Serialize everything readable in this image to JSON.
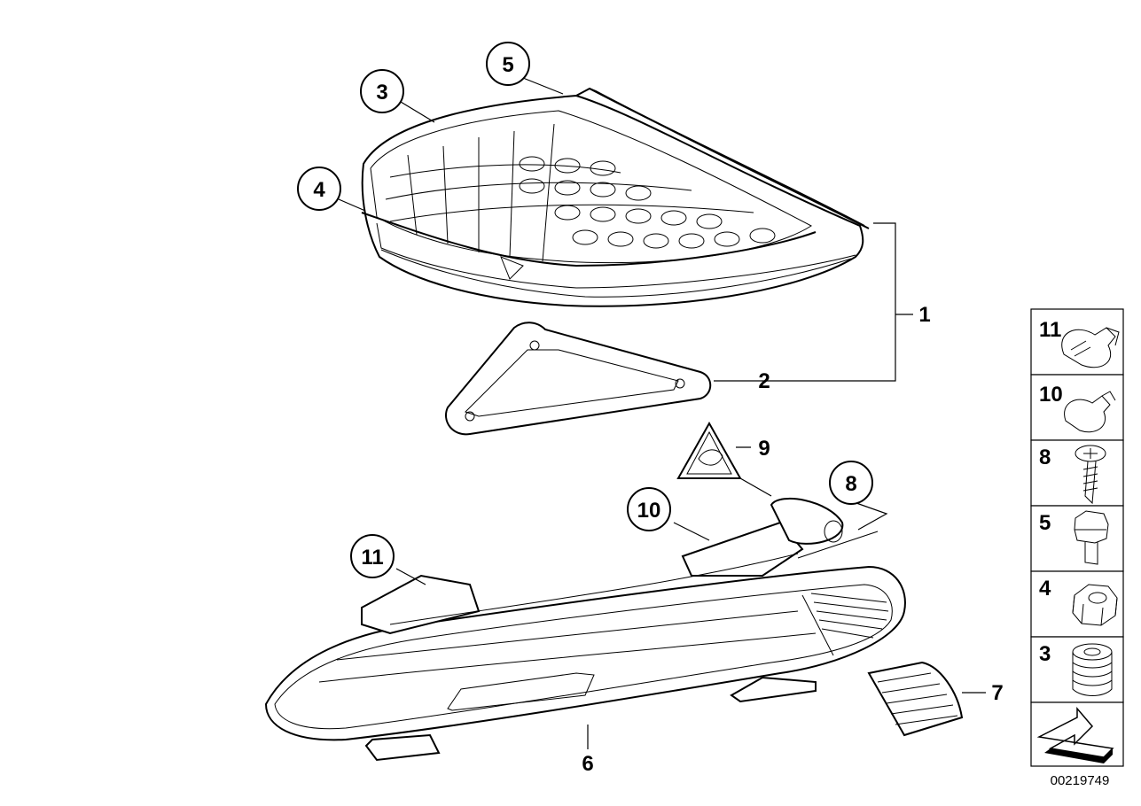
{
  "diagram": {
    "document_number": "00219749",
    "callouts": [
      {
        "id": "c3",
        "label": "3"
      },
      {
        "id": "c5",
        "label": "5"
      },
      {
        "id": "c4",
        "label": "4"
      },
      {
        "id": "c9",
        "label": "9"
      },
      {
        "id": "c8",
        "label": "8"
      },
      {
        "id": "c10",
        "label": "10"
      },
      {
        "id": "c11",
        "label": "11"
      }
    ],
    "plain_labels": [
      {
        "id": "l1",
        "label": "1"
      },
      {
        "id": "l2",
        "label": "2"
      },
      {
        "id": "l6",
        "label": "6"
      },
      {
        "id": "l7",
        "label": "7"
      }
    ],
    "parts_panel": [
      {
        "label": "11",
        "icon": "bulb-single-icon"
      },
      {
        "label": "10",
        "icon": "bulb-small-icon"
      },
      {
        "label": "8",
        "icon": "screw-icon"
      },
      {
        "label": "5",
        "icon": "hex-bolt-icon"
      },
      {
        "label": "4",
        "icon": "hex-nut-icon"
      },
      {
        "label": "3",
        "icon": "grommet-icon"
      }
    ]
  }
}
